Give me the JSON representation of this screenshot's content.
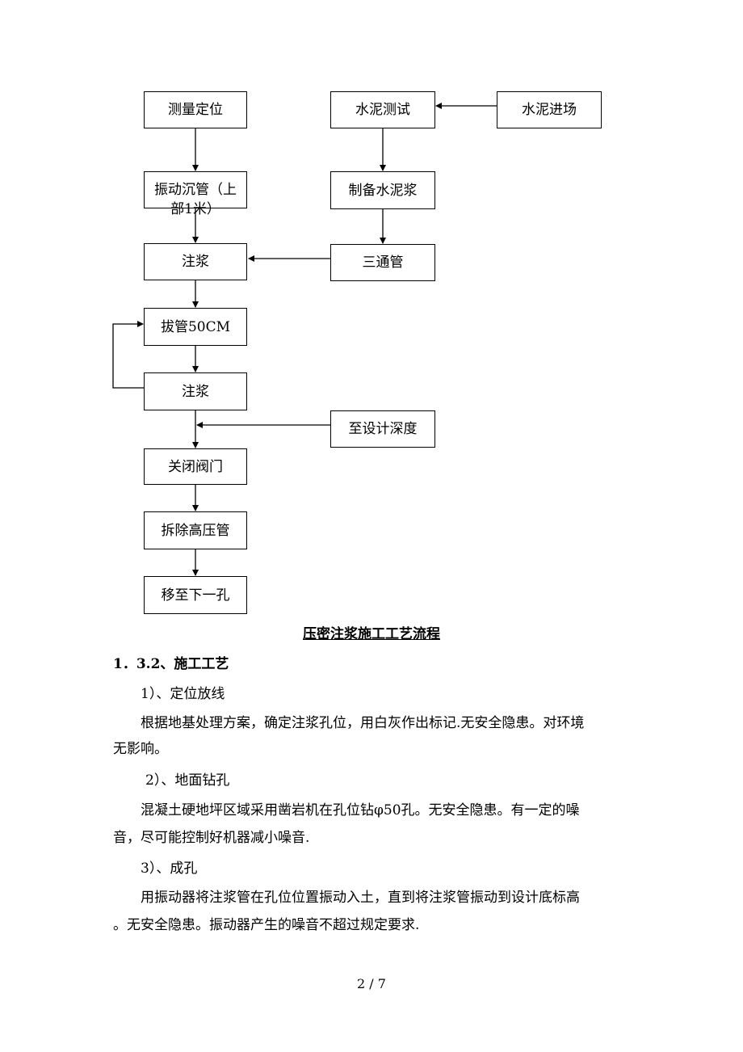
{
  "flowchart": {
    "measure": "测量定位",
    "vibrate": "振动沉管（上部1米）",
    "inject1": "注浆",
    "pull": "拔管50CM",
    "inject2": "注浆",
    "close_valve": "关闭阀门",
    "remove_pipe": "拆除高压管",
    "move": "移至下一孔",
    "cement_test": "水泥测试",
    "cement_in": "水泥进场",
    "prepare": "制备水泥浆",
    "tee": "三通管",
    "depth": "至设计深度",
    "caption": "压密注浆施工工艺流程"
  },
  "text": {
    "section": "1．3.2、施工工艺",
    "item1": "1）、定位放线",
    "p1_line1": "根据地基处理方案，确定注浆孔位，用白灰作出标记.无安全隐患。对环境",
    "p1_line2": "无影响。",
    "item2": "2）、地面钻孔",
    "p2_line1": "混凝土硬地坪区域采用凿岩机在孔位钻φ50孔。无安全隐患。有一定的噪",
    "p2_line2": "音，尽可能控制好机器减小噪音.",
    "item3": "3）、成孔",
    "p3_line1": "用振动器将注浆管在孔位位置振动入土，直到将注浆管振动到设计底标高",
    "p3_line2": "。无安全隐患。振动器产生的噪音不超过规定要求."
  },
  "footer": {
    "page": "2 / 7"
  }
}
